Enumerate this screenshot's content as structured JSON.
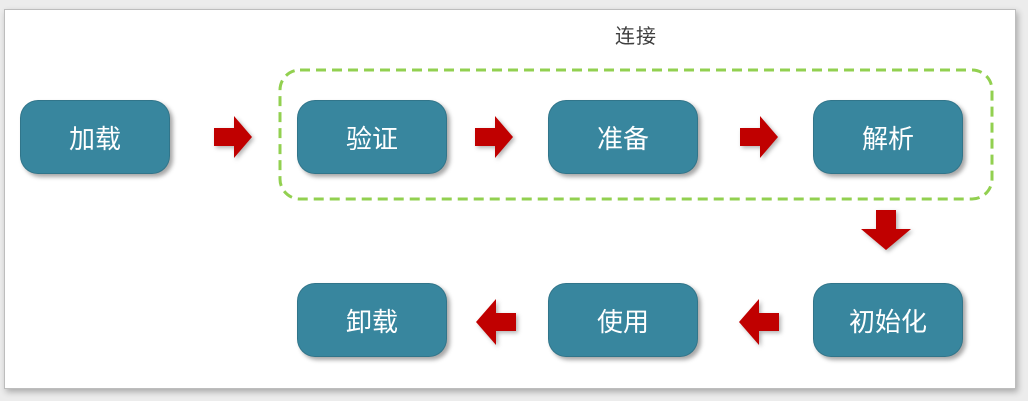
{
  "diagram": {
    "group_label": "连接",
    "nodes": [
      {
        "id": "load",
        "label": "加载"
      },
      {
        "id": "verify",
        "label": "验证"
      },
      {
        "id": "prepare",
        "label": "准备"
      },
      {
        "id": "resolve",
        "label": "解析"
      },
      {
        "id": "initialize",
        "label": "初始化"
      },
      {
        "id": "use",
        "label": "使用"
      },
      {
        "id": "unload",
        "label": "卸载"
      }
    ],
    "edges": [
      {
        "from": "load",
        "to": "verify",
        "direction": "right"
      },
      {
        "from": "verify",
        "to": "prepare",
        "direction": "right"
      },
      {
        "from": "prepare",
        "to": "resolve",
        "direction": "right"
      },
      {
        "from": "resolve",
        "to": "initialize",
        "direction": "down"
      },
      {
        "from": "initialize",
        "to": "use",
        "direction": "left"
      },
      {
        "from": "use",
        "to": "unload",
        "direction": "left"
      }
    ],
    "group_contains": [
      "verify",
      "prepare",
      "resolve"
    ],
    "colors": {
      "node_fill": "#38869E",
      "node_text": "#FFFFFF",
      "arrow_fill": "#C00000",
      "group_border": "#92D050",
      "group_label_text": "#3F3F3F"
    }
  }
}
